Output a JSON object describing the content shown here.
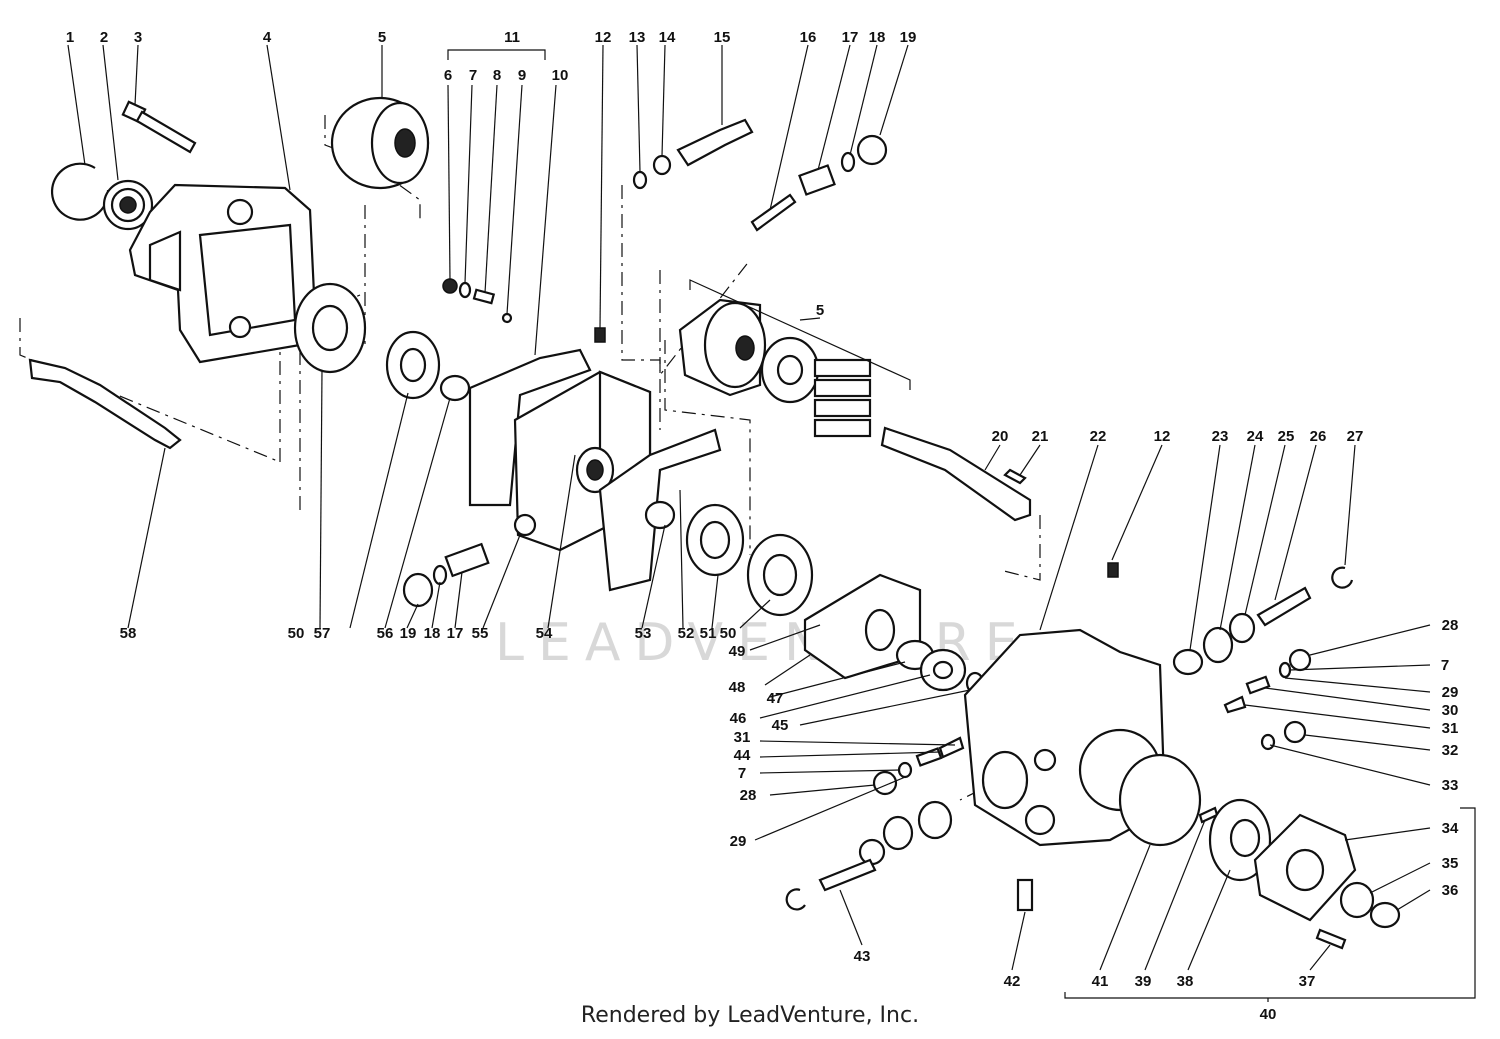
{
  "diagram": {
    "watermark_text": "LEADVENTURE",
    "footer": "Rendered by LeadVenture, Inc.",
    "callouts": [
      {
        "id": "c1",
        "label": "1"
      },
      {
        "id": "c2",
        "label": "2"
      },
      {
        "id": "c3",
        "label": "3"
      },
      {
        "id": "c4",
        "label": "4"
      },
      {
        "id": "c5a",
        "label": "5"
      },
      {
        "id": "c6",
        "label": "6"
      },
      {
        "id": "c7a",
        "label": "7"
      },
      {
        "id": "c8",
        "label": "8"
      },
      {
        "id": "c9",
        "label": "9"
      },
      {
        "id": "c10",
        "label": "10"
      },
      {
        "id": "c11",
        "label": "11"
      },
      {
        "id": "c12a",
        "label": "12"
      },
      {
        "id": "c13",
        "label": "13"
      },
      {
        "id": "c14",
        "label": "14"
      },
      {
        "id": "c15",
        "label": "15"
      },
      {
        "id": "c16",
        "label": "16"
      },
      {
        "id": "c17a",
        "label": "17"
      },
      {
        "id": "c18a",
        "label": "18"
      },
      {
        "id": "c19a",
        "label": "19"
      },
      {
        "id": "c5b",
        "label": "5"
      },
      {
        "id": "c20",
        "label": "20"
      },
      {
        "id": "c21",
        "label": "21"
      },
      {
        "id": "c22",
        "label": "22"
      },
      {
        "id": "c12b",
        "label": "12"
      },
      {
        "id": "c23",
        "label": "23"
      },
      {
        "id": "c24",
        "label": "24"
      },
      {
        "id": "c25",
        "label": "25"
      },
      {
        "id": "c26",
        "label": "26"
      },
      {
        "id": "c27",
        "label": "27"
      },
      {
        "id": "c28a",
        "label": "28"
      },
      {
        "id": "c7b",
        "label": "7"
      },
      {
        "id": "c29a",
        "label": "29"
      },
      {
        "id": "c30",
        "label": "30"
      },
      {
        "id": "c31a",
        "label": "31"
      },
      {
        "id": "c32",
        "label": "32"
      },
      {
        "id": "c33",
        "label": "33"
      },
      {
        "id": "c34",
        "label": "34"
      },
      {
        "id": "c35",
        "label": "35"
      },
      {
        "id": "c36",
        "label": "36"
      },
      {
        "id": "c37",
        "label": "37"
      },
      {
        "id": "c38",
        "label": "38"
      },
      {
        "id": "c39",
        "label": "39"
      },
      {
        "id": "c40",
        "label": "40"
      },
      {
        "id": "c41",
        "label": "41"
      },
      {
        "id": "c42",
        "label": "42"
      },
      {
        "id": "c43",
        "label": "43"
      },
      {
        "id": "c44",
        "label": "44"
      },
      {
        "id": "c7c",
        "label": "7"
      },
      {
        "id": "c28b",
        "label": "28"
      },
      {
        "id": "c29b",
        "label": "29"
      },
      {
        "id": "c31b",
        "label": "31"
      },
      {
        "id": "c45",
        "label": "45"
      },
      {
        "id": "c46",
        "label": "46"
      },
      {
        "id": "c47",
        "label": "47"
      },
      {
        "id": "c48",
        "label": "48"
      },
      {
        "id": "c49",
        "label": "49"
      },
      {
        "id": "c50a",
        "label": "50"
      },
      {
        "id": "c51",
        "label": "51"
      },
      {
        "id": "c52",
        "label": "52"
      },
      {
        "id": "c53",
        "label": "53"
      },
      {
        "id": "c54",
        "label": "54"
      },
      {
        "id": "c55",
        "label": "55"
      },
      {
        "id": "c17b",
        "label": "17"
      },
      {
        "id": "c18b",
        "label": "18"
      },
      {
        "id": "c19b",
        "label": "19"
      },
      {
        "id": "c56",
        "label": "56"
      },
      {
        "id": "c50b",
        "label": "50"
      },
      {
        "id": "c57",
        "label": "57"
      },
      {
        "id": "c58",
        "label": "58"
      }
    ]
  }
}
